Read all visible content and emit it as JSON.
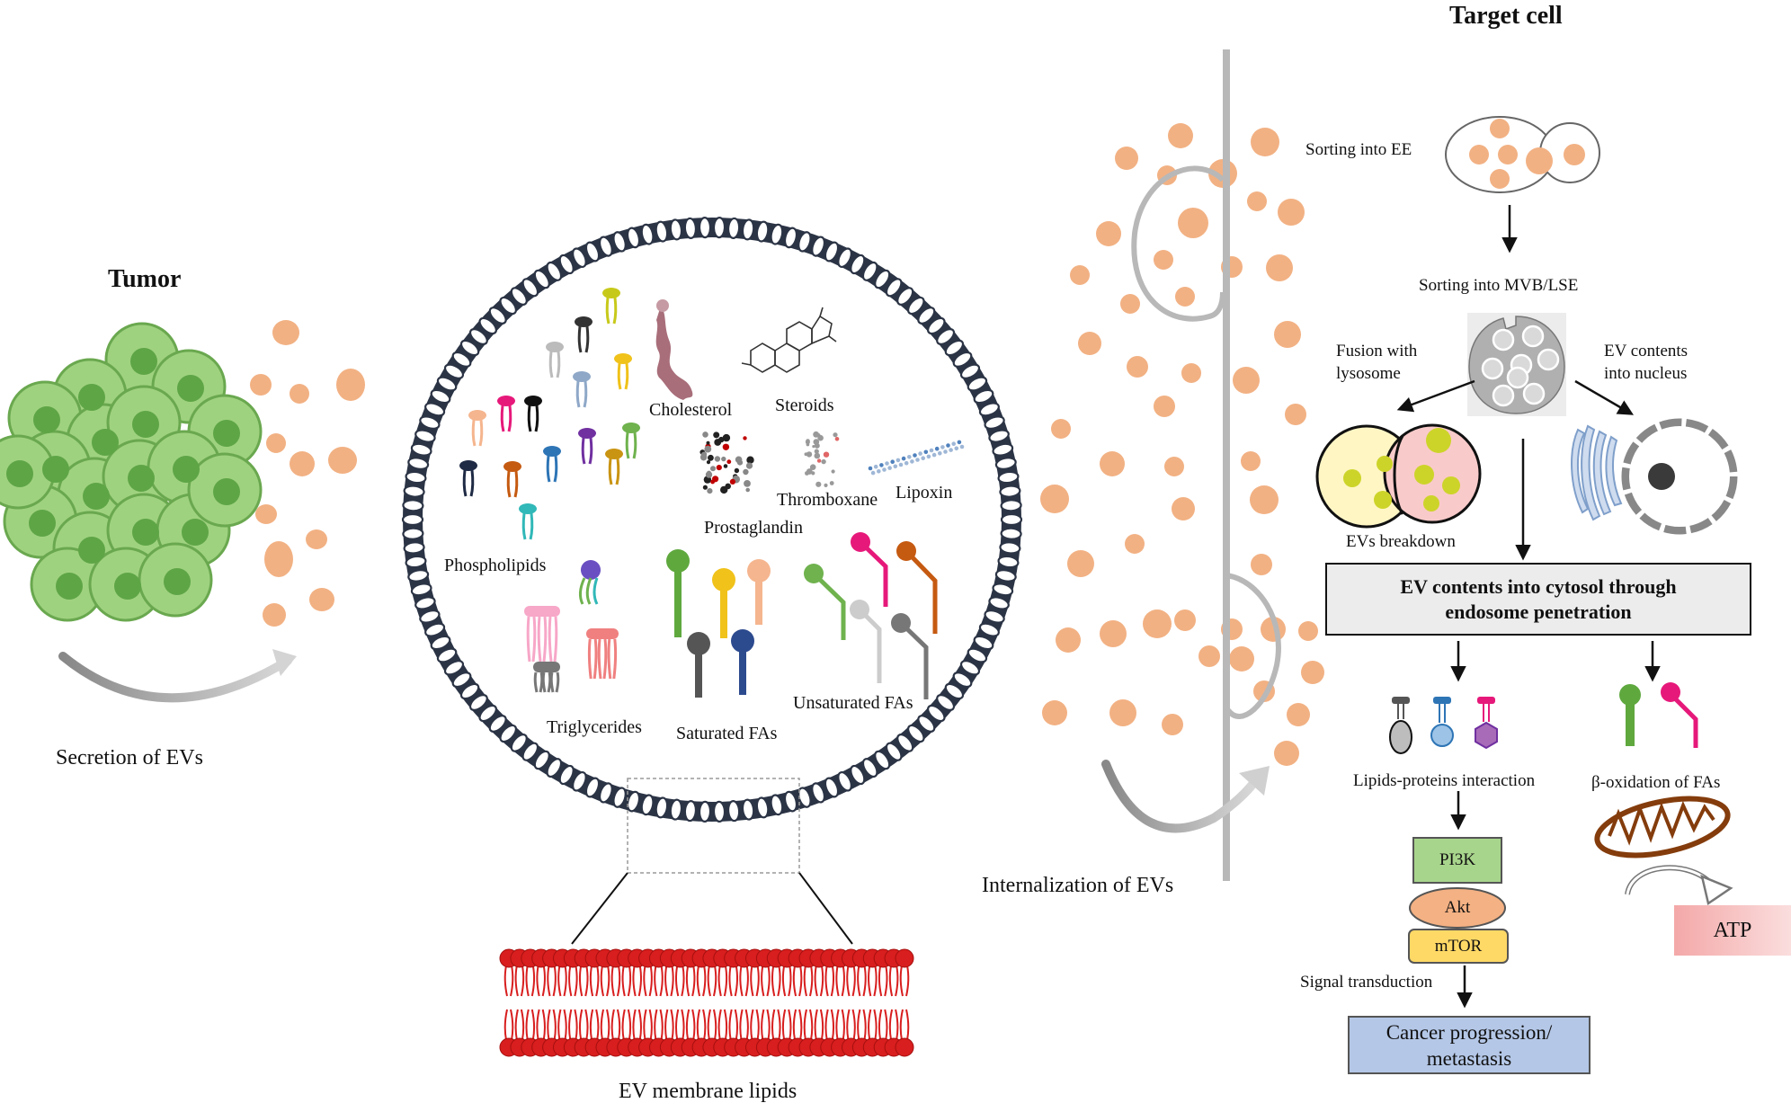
{
  "left": {
    "tumor": "Tumor",
    "secretion": "Secretion of EVs"
  },
  "center": {
    "phospholipids": "Phospholipids",
    "cholesterol": "Cholesterol",
    "steroids": "Steroids",
    "prostaglandin": "Prostaglandin",
    "thromboxane": "Thromboxane",
    "lipoxin": "Lipoxin",
    "triglycerides": "Triglycerides",
    "saturated": "Saturated FAs",
    "unsaturated": "Unsaturated FAs",
    "membrane": "EV membrane lipids"
  },
  "middle": {
    "internalization": "Internalization of EVs"
  },
  "right": {
    "target": "Target cell",
    "sorting_ee": "Sorting into EE",
    "sorting_mvb": "Sorting into MVB/LSE",
    "fusion_line1": "Fusion with",
    "fusion_line2": "lysosome",
    "nucleus_line1": "EV contents",
    "nucleus_line2": "into nucleus",
    "breakdown": "EVs breakdown",
    "cytosol_line1": "EV contents into cytosol through",
    "cytosol_line2": "endosome penetration",
    "lipid_protein": "Lipids-proteins  interaction",
    "beta_ox": "β-oxidation  of  FAs",
    "pi3k": "PI3K",
    "akt": "Akt",
    "mtor": "mTOR",
    "signal": "Signal transduction",
    "atp": "ATP",
    "cancer_line1": "Cancer progression/",
    "cancer_line2": "metastasis"
  },
  "colors": {
    "ev": "#f2b183",
    "tumor_cell": "#9fd27f",
    "tumor_nucleus": "#5ea546",
    "membrane": "#d81e1e",
    "pi3k": "#a8d58c",
    "akt": "#f4b183",
    "mtor": "#ffd966",
    "cancer": "#b4c7e7",
    "atp": "#f4a6a6"
  }
}
